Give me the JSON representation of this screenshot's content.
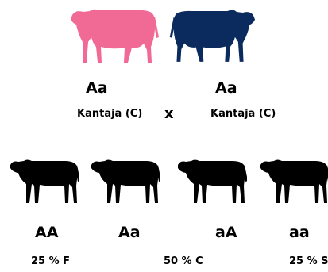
{
  "parents": [
    {
      "genotype": "Aa",
      "status": "Kantaja (C)",
      "color": "#F06A95",
      "icon": "cow-icon"
    },
    {
      "genotype": "Aa",
      "status": "Kantaja (C)",
      "color": "#0B2A5E",
      "icon": "cow-icon"
    }
  ],
  "cross_symbol": "x",
  "offspring": [
    {
      "genotype": "AA",
      "color": "#000000",
      "icon": "calf-icon"
    },
    {
      "genotype": "Aa",
      "color": "#000000",
      "icon": "calf-icon"
    },
    {
      "genotype": "aA",
      "color": "#000000",
      "icon": "calf-icon"
    },
    {
      "genotype": "aa",
      "color": "#000000",
      "icon": "calf-icon"
    }
  ],
  "ratios": [
    {
      "text": "25 % F"
    },
    {
      "text": "50 % C"
    },
    {
      "text": "25 % S"
    }
  ]
}
